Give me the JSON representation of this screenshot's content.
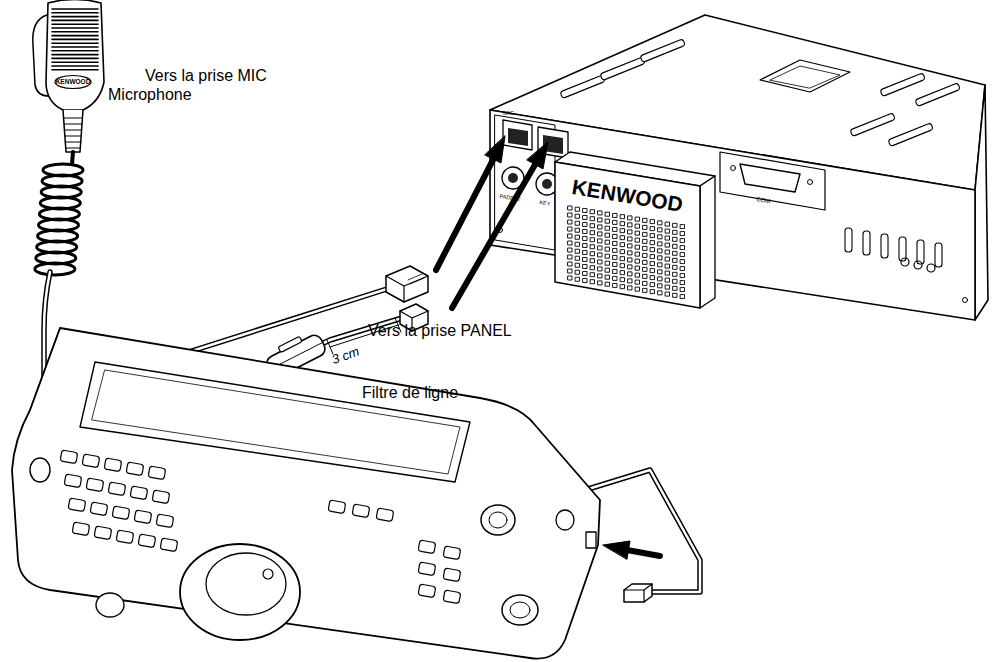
{
  "diagram": {
    "labels": [
      "KENWOOD",
      "Microphone",
      "MIC",
      "KENWOOD",
      "COM",
      "Vers la prise MIC",
      "PADDLE",
      "KEY",
      "3 cm",
      "Vers la prise PANEL",
      "Filtre de ligne"
    ]
  }
}
